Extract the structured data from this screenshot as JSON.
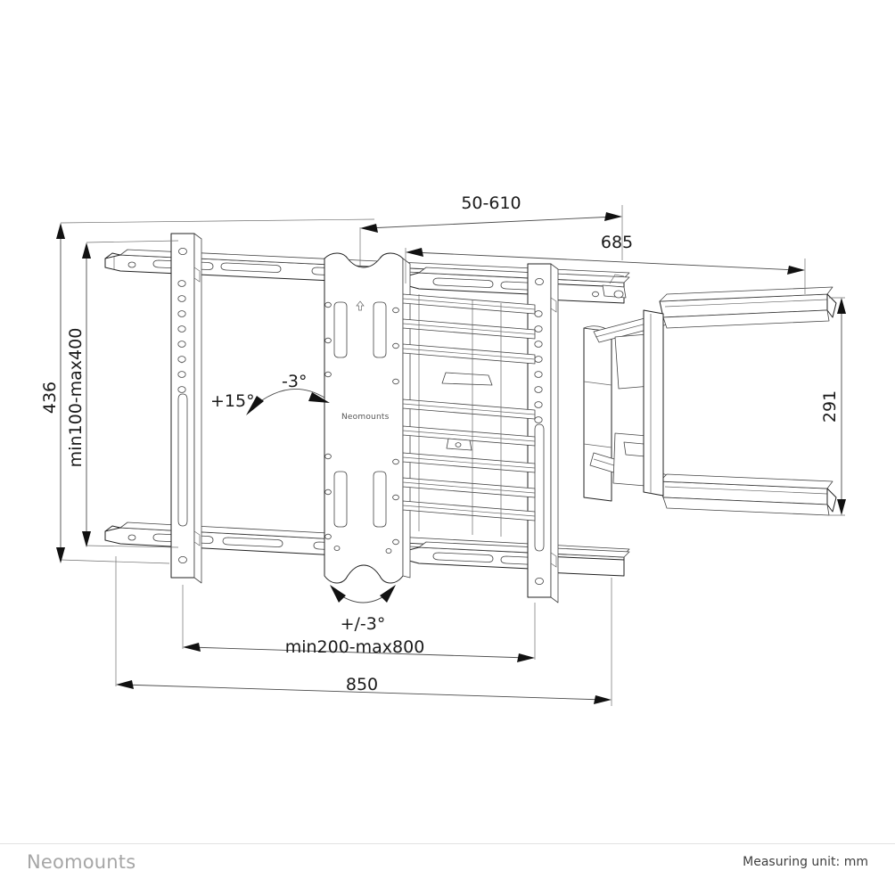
{
  "document": {
    "type": "technical-dimension-drawing",
    "product": "Neomounts full-motion TV wall mount",
    "view": "front-left isometric"
  },
  "dimensions": {
    "height_total": "436",
    "height_bracket_range": "min100-max400",
    "extension_range": "50-610",
    "extension_max": "685",
    "depth_right": "291",
    "width_total": "850",
    "width_bracket_range": "min200-max800"
  },
  "angles": {
    "tilt_up": "+15°",
    "tilt_down": "-3°",
    "rotation": "+/-3°"
  },
  "branding": {
    "plate_logo": "Neomounts",
    "footer_logo": "Neomounts"
  },
  "footer": {
    "unit_note": "Measuring unit: mm"
  },
  "colors": {
    "line": "#222222",
    "dimension_line": "#4a4a4a",
    "text": "#1a1a1a",
    "footer_brand": "#a6a6a6",
    "footer_unit": "#3f3f3f",
    "background": "#ffffff"
  }
}
